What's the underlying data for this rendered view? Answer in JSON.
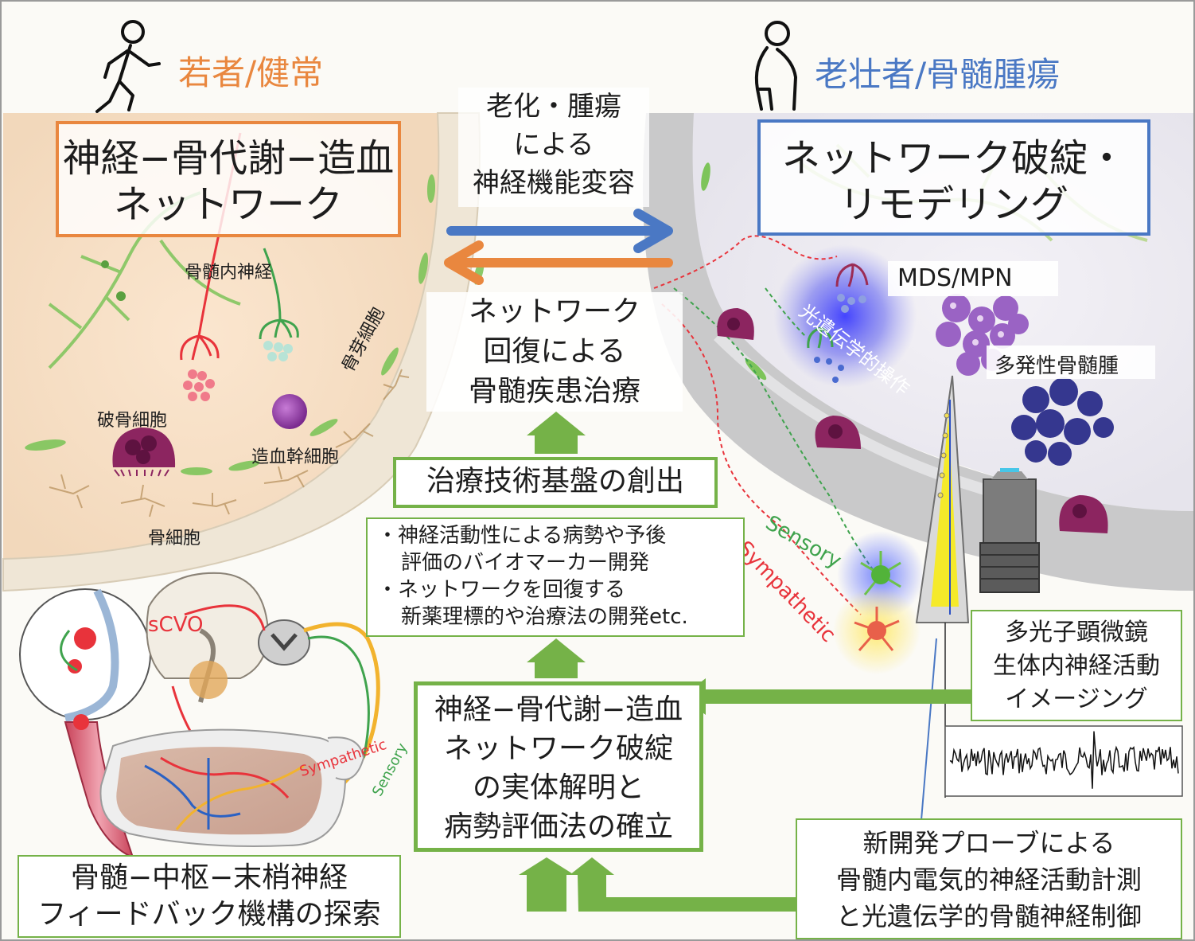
{
  "young": {
    "label": "若者/健常"
  },
  "elderly": {
    "label": "老壮者/骨髄腫瘍"
  },
  "left_title": {
    "line1": "神経−骨代謝−造血",
    "line2": "ネットワーク"
  },
  "right_title": {
    "line1": "ネットワーク破綻・",
    "line2": "リモデリング"
  },
  "center_top": {
    "line1": "老化・腫瘍",
    "line2": "による",
    "line3": "神経機能変容"
  },
  "center_recovery": {
    "line1": "ネットワーク",
    "line2": "回復による",
    "line3": "骨髄疾患治療"
  },
  "cell_labels": {
    "intramedullary_nerve": "骨髄内神経",
    "osteoblast": "骨芽細胞",
    "osteoclast": "破骨細胞",
    "hsc": "造血幹細胞",
    "osteocyte": "骨細胞",
    "mds_mpn": "MDS/MPN",
    "myeloma": "多発性骨髄腫",
    "optogenetics": "光遺伝学的操作",
    "sensory": "Sensory",
    "sympathetic": "Sympathetic",
    "scvo": "sCVO",
    "sympathetic_small": "Sympathetic",
    "sensory_small": "Sensory"
  },
  "therapy_box": {
    "title": "治療技術基盤の創出"
  },
  "bullets": [
    {
      "line1": "・神経活動性による病勢や予後",
      "line2": "評価のバイオマーカー開発"
    },
    {
      "line1": "・ネットワークを回復する",
      "line2": "新薬理標的や治療法の開発etc."
    }
  ],
  "main_box": {
    "line1": "神経−骨代謝−造血",
    "line2": "ネットワーク破綻",
    "line3": "の実体解明と",
    "line4": "病勢評価法の確立"
  },
  "feedback_box": {
    "line1": "骨髄−中枢−末梢神経",
    "line2": "フィードバック機構の探索"
  },
  "imaging_box": {
    "line1": "多光子顕微鏡",
    "line2": "生体内神経活動",
    "line3": "イメージング"
  },
  "probe_box": {
    "line1": "新開発プローブによる",
    "line2": "骨髄内電気的神経活動計測",
    "line3": "と光遺伝学的骨髄神経制御"
  },
  "colors": {
    "young_orange": "#e9873f",
    "elderly_blue": "#4a78c4",
    "green_accent": "#75b248",
    "nerve_red": "#e8333b",
    "nerve_green": "#3fa34d",
    "osteoclast_purple": "#8c2560"
  },
  "icons": [
    "walking-person-icon",
    "elderly-person-with-cane-icon",
    "microscope-icon",
    "probe-needle-icon"
  ]
}
